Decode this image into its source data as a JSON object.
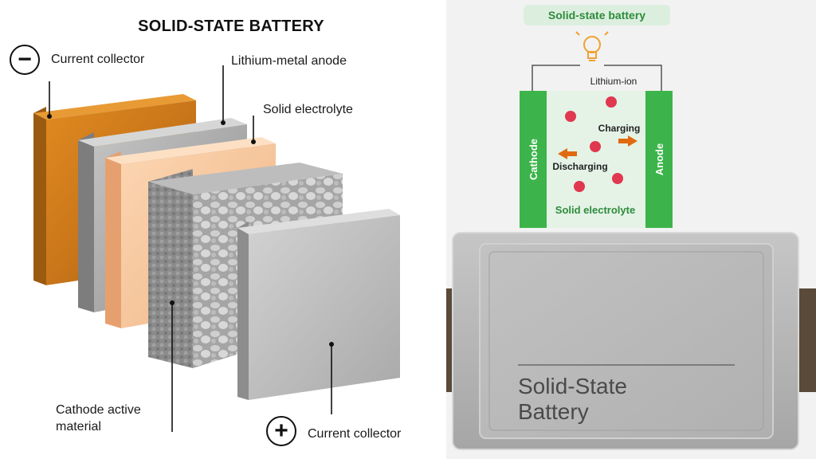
{
  "left_panel": {
    "title": "SOLID-STATE BATTERY",
    "labels": {
      "current_collector_negative": "Current collector",
      "lithium_metal_anode": "Lithium-metal anode",
      "solid_electrolyte": "Solid electrolyte",
      "cathode_active_material_line1": "Cathode active",
      "cathode_active_material_line2": "material",
      "current_collector_positive": "Current collector"
    },
    "signs": {
      "negative": "−",
      "positive": "+"
    },
    "colors": {
      "copper_collector": "#d1801e",
      "lithium_anode": "#a8a8a8",
      "electrolyte": "#f6c8a0",
      "cathode": "#9a9a9a",
      "aluminium_collector": "#bdbdbd"
    }
  },
  "schematic": {
    "title": "Solid-state battery",
    "ion_label": "Lithium-ion",
    "cathode_label": "Cathode",
    "anode_label": "Anode",
    "charging_label": "Charging",
    "discharging_label": "Discharging",
    "electrolyte_label": "Solid electrolyte",
    "colors": {
      "electrode_green": "#3cb44b",
      "electrolyte_fill": "#e4f3e6",
      "ion_red": "#e0384f",
      "arrow_orange": "#e06a10",
      "bulb": "#f0a030"
    }
  },
  "battery_photo": {
    "label_line1": "Solid-State",
    "label_line2": "Battery",
    "colors": {
      "body": "#b9b9b9",
      "tab": "#5a4a3a"
    }
  }
}
